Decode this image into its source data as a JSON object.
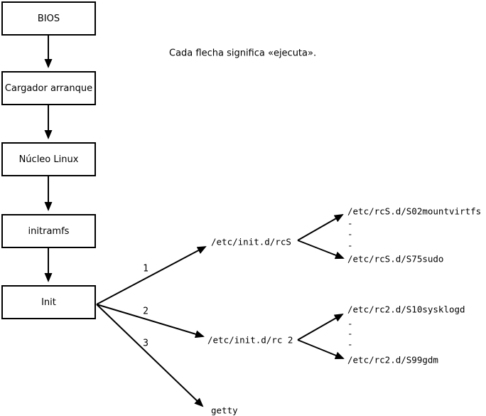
{
  "diagram": {
    "note": "Cada flecha significa «ejecuta».",
    "boot_sequence": [
      "BIOS",
      "Cargador arranque",
      "Núcleo Linux",
      "initramfs",
      "Init"
    ],
    "arrow_labels": [
      "1",
      "2",
      "3"
    ],
    "targets": {
      "rcS_script": "/etc/init.d/rcS",
      "rcS_first": "/etc/rcS.d/S02mountvirtfs",
      "rcS_last": "/etc/rcS.d/S75sudo",
      "rc2_script": "/etc/init.d/rc 2",
      "rc2_first": "/etc/rc2.d/S10sysklogd",
      "rc2_last": "/etc/rc2.d/S99gdm",
      "getty": "getty",
      "ellipsis_dash": "-"
    }
  },
  "colors": {
    "line": "#000000",
    "background": "#ffffff"
  }
}
